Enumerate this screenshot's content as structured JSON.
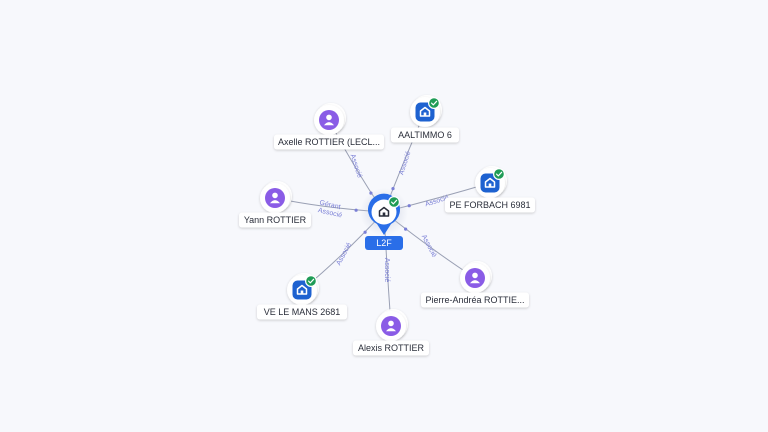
{
  "graph": {
    "center": {
      "label": "L2F",
      "type": "company",
      "verified": true
    },
    "nodes": [
      {
        "id": "axelle",
        "label": "Axelle ROTTIER (LECL...",
        "type": "person",
        "relations": [
          "Associé"
        ]
      },
      {
        "id": "aaltimmo",
        "label": "AALTIMMO 6",
        "type": "company",
        "verified": true,
        "relations": [
          "Associé"
        ]
      },
      {
        "id": "pe_forbach",
        "label": "PE FORBACH 6981",
        "type": "company",
        "verified": true,
        "relations": [
          "Associé"
        ]
      },
      {
        "id": "yann",
        "label": "Yann ROTTIER",
        "type": "person",
        "relations": [
          "Gérant",
          "Associé"
        ]
      },
      {
        "id": "pierre",
        "label": "Pierre-Andréa ROTTIE...",
        "type": "person",
        "relations": [
          "Associé"
        ]
      },
      {
        "id": "ve_mans",
        "label": "VE LE MANS 2681",
        "type": "company",
        "verified": true,
        "relations": [
          "Associé"
        ]
      },
      {
        "id": "alexis",
        "label": "Alexis ROTTIER",
        "type": "person",
        "relations": [
          "Associé"
        ]
      }
    ]
  },
  "colors": {
    "background": "#f7f8fc",
    "person_icon": "#8a5ce6",
    "company_icon": "#1e62d0",
    "verified_badge": "#1f9c56",
    "center_pin": "#2a6ee8",
    "edge": "#9aa0b4",
    "edge_label": "#7a7fd6"
  },
  "icons": {
    "person": "person-icon",
    "company": "building-icon",
    "verified": "check-badge-icon"
  }
}
